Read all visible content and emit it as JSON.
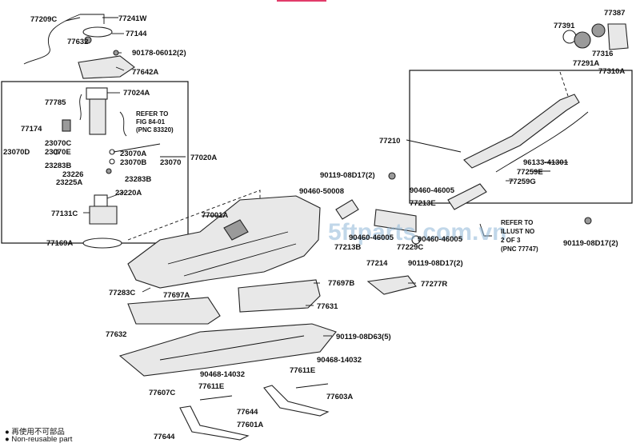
{
  "labels": {
    "l77209C": "77209C",
    "l77241W": "77241W",
    "l77144": "77144",
    "l77632a": "77632",
    "l90178": "90178-06012(2)",
    "l77642A": "77642A",
    "l77024A": "77024A",
    "l77785": "77785",
    "refer_fig_1": "REFER TO",
    "refer_fig_2": "FIG 84-01",
    "refer_fig_3": "(PNC 83320)",
    "l77174": "77174",
    "l23070D": "23070D",
    "l23070C": "23070C",
    "l23070E": "23070E",
    "l23070A": "23070A",
    "l23070B": "23070B",
    "l23070": "23070",
    "l77020A": "77020A",
    "l23283Ba": "23283B",
    "l23226": "23226",
    "l23225A": "23225A",
    "l23283Bb": "23283B",
    "l23220A": "23220A",
    "l77131C": "77131C",
    "l77169A": "77169A",
    "l77001A": "77001A",
    "l77283C": "77283C",
    "l77697A": "77697A",
    "l77697B": "77697B",
    "l77631": "77631",
    "l77632b": "77632",
    "l90119_08D63": "90119-08D63(5)",
    "l77607C": "77607C",
    "l90468a": "90468-14032",
    "l90468b": "90468-14032",
    "l77611Ea": "77611E",
    "l77611Eb": "77611E",
    "l77603A": "77603A",
    "l77644a": "77644",
    "l77644b": "77644",
    "l77601A": "77601A",
    "l77387": "77387",
    "l77391": "77391",
    "l77316": "77316",
    "l77291A": "77291A",
    "l77310A": "77310A",
    "l77210": "77210",
    "l96133": "96133-41301",
    "l77259E": "77259E",
    "l77259G": "77259G",
    "l90119_08D17a": "90119-08D17(2)",
    "l90460_50008": "90460-50008",
    "l90460_46005a": "90460-46005",
    "l77213E": "77213E",
    "l90460_46005b": "90460-46005",
    "l90460_46005c": "90460-46005",
    "l77213B": "77213B",
    "l77229C": "77229C",
    "l77214": "77214",
    "l90119_08D17b": "90119-08D17(2)",
    "l77277R": "77277R",
    "l90119_08D17c": "90119-08D17(2)",
    "refer_illust_1": "REFER TO",
    "refer_illust_2": "ILLUST NO",
    "refer_illust_3": "2 OF 3",
    "refer_illust_4": "(PNC 77747)"
  },
  "legend": {
    "cjk": "● 再使用不可部品",
    "en": "● Non-reusable part"
  },
  "watermark": "5ftparts.com.vn",
  "colors": {
    "accent_bar": "#e23b6a",
    "watermark": "#8fb8d8"
  }
}
